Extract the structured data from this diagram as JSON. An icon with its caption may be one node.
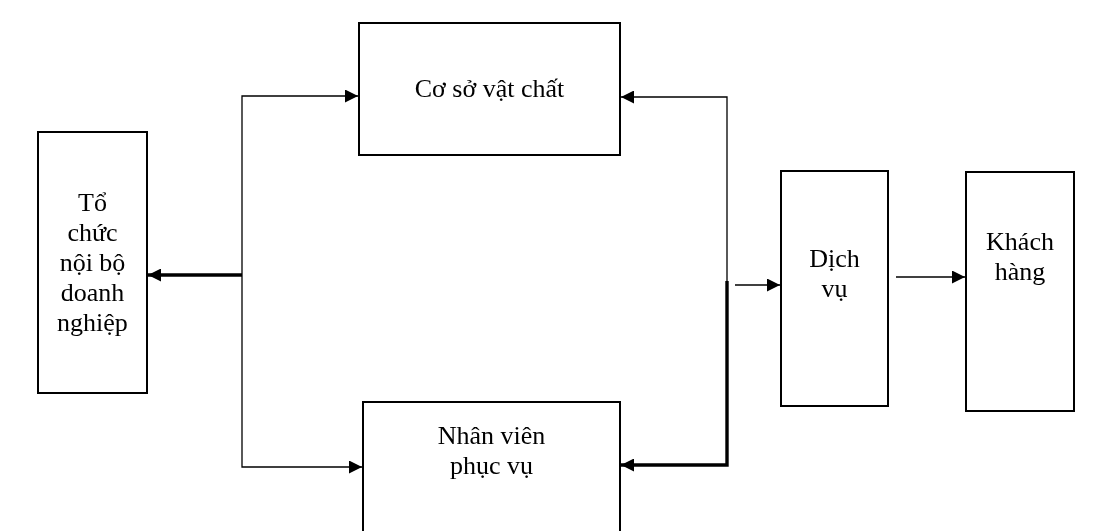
{
  "diagram": {
    "nodes": [
      {
        "text": [
          "Tổ chức nội bộ doanh nghiệp"
        ]
      },
      {
        "text": [
          "Cơ sở vật chất"
        ]
      },
      {
        "text": [
          "Nhân viên phục vụ"
        ]
      },
      {
        "text": [
          "Dịch vụ"
        ]
      },
      {
        "text": [
          "Khách hàng"
        ]
      }
    ],
    "edges": [
      {
        "from": null,
        "to": 0,
        "arrow": "to",
        "style": "thick"
      },
      {
        "from": null,
        "to": 1,
        "arrow": "to"
      },
      {
        "from": null,
        "to": 2,
        "arrow": "to"
      },
      {
        "from": null,
        "to": 1,
        "arrow": "to"
      },
      {
        "from": null,
        "to": 2,
        "arrow": "to",
        "style": "thick"
      },
      {
        "from": null,
        "to": 3,
        "arrow": "to"
      },
      {
        "from": 3,
        "to": 4,
        "arrow": "to"
      }
    ]
  }
}
